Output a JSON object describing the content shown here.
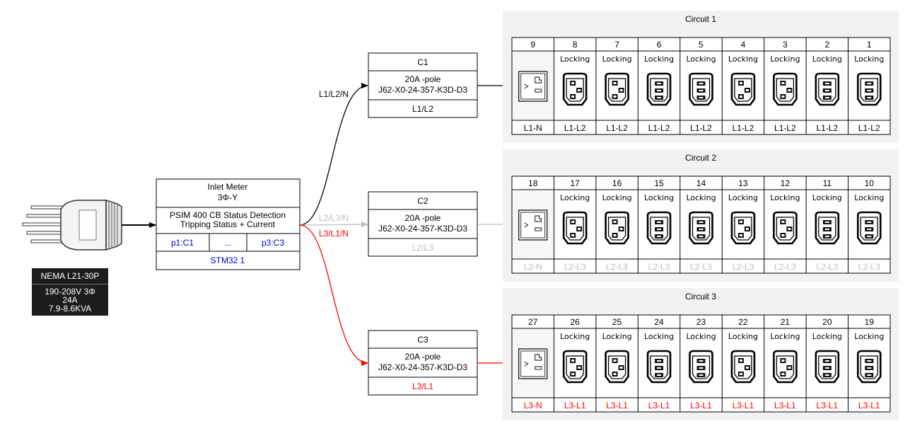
{
  "plug": {
    "name": "NEMA L21-30P",
    "specs": [
      "190-208V 3Φ",
      "24A",
      "7.9-8.6KVA"
    ]
  },
  "meter": {
    "title": "Inlet Meter",
    "phase": "3Φ-Y",
    "desc1": "PSIM 400 CB Status Detection",
    "desc2": "Tripping Status + Current",
    "ports": [
      "p1:C1",
      "...",
      "p3:C3"
    ],
    "controller": "STM32 1"
  },
  "colors": {
    "c1": "#000000",
    "c2": "#bdbdbd",
    "c3": "#ff0000",
    "link": "#0000cc",
    "panel": "#f2f2f2"
  },
  "breakers": [
    {
      "name": "C1",
      "rating": "20A -pole",
      "part": "J62-X0-24-357-K3D-D3",
      "lines": "L1/L2",
      "edge_label": "L1/L2/N",
      "color": "#000000"
    },
    {
      "name": "C2",
      "rating": "20A -pole",
      "part": "J62-X0-24-357-K3D-D3",
      "lines": "L2/L3",
      "edge_label": "L2/L3/N",
      "color": "#bdbdbd"
    },
    {
      "name": "C3",
      "rating": "20A -pole",
      "part": "J62-X0-24-357-K3D-D3",
      "lines": "L3/L1",
      "edge_label": "L3/L1/N",
      "color": "#ff0000"
    }
  ],
  "circuits": [
    {
      "title": "Circuit 1",
      "color": "#000000",
      "outlets": [
        {
          "num": "9",
          "type": "c14",
          "lock": "",
          "phase": "L1-N"
        },
        {
          "num": "8",
          "type": "c19",
          "lock": "Locking",
          "phase": "L1-L2"
        },
        {
          "num": "7",
          "type": "c19",
          "lock": "Locking",
          "phase": "L1-L2"
        },
        {
          "num": "6",
          "type": "c13",
          "lock": "Locking",
          "phase": "L1-L2"
        },
        {
          "num": "5",
          "type": "c13",
          "lock": "Locking",
          "phase": "L1-L2"
        },
        {
          "num": "4",
          "type": "c19",
          "lock": "Locking",
          "phase": "L1-L2"
        },
        {
          "num": "3",
          "type": "c19",
          "lock": "Locking",
          "phase": "L1-L2"
        },
        {
          "num": "2",
          "type": "c13",
          "lock": "Locking",
          "phase": "L1-L2"
        },
        {
          "num": "1",
          "type": "c13",
          "lock": "Locking",
          "phase": "L1-L2"
        }
      ]
    },
    {
      "title": "Circuit 2",
      "color": "#bdbdbd",
      "outlets": [
        {
          "num": "18",
          "type": "c14",
          "lock": "",
          "phase": "L2-N"
        },
        {
          "num": "17",
          "type": "c19",
          "lock": "Locking",
          "phase": "L2-L3"
        },
        {
          "num": "16",
          "type": "c19",
          "lock": "Locking",
          "phase": "L2-L3"
        },
        {
          "num": "15",
          "type": "c13",
          "lock": "Locking",
          "phase": "L2-L3"
        },
        {
          "num": "14",
          "type": "c13",
          "lock": "Locking",
          "phase": "L2-L3"
        },
        {
          "num": "13",
          "type": "c19",
          "lock": "Locking",
          "phase": "L2-L3"
        },
        {
          "num": "12",
          "type": "c19",
          "lock": "Locking",
          "phase": "L2-L3"
        },
        {
          "num": "11",
          "type": "c13",
          "lock": "Locking",
          "phase": "L2-L3"
        },
        {
          "num": "10",
          "type": "c13",
          "lock": "Locking",
          "phase": "L2-L3"
        }
      ]
    },
    {
      "title": "Circuit 3",
      "color": "#ff0000",
      "outlets": [
        {
          "num": "27",
          "type": "c14",
          "lock": "",
          "phase": "L3-N"
        },
        {
          "num": "26",
          "type": "c19",
          "lock": "Locking",
          "phase": "L3-L1"
        },
        {
          "num": "25",
          "type": "c19",
          "lock": "Locking",
          "phase": "L3-L1"
        },
        {
          "num": "24",
          "type": "c13",
          "lock": "Locking",
          "phase": "L3-L1"
        },
        {
          "num": "23",
          "type": "c13",
          "lock": "Locking",
          "phase": "L3-L1"
        },
        {
          "num": "22",
          "type": "c19",
          "lock": "Locking",
          "phase": "L3-L1"
        },
        {
          "num": "21",
          "type": "c19",
          "lock": "Locking",
          "phase": "L3-L1"
        },
        {
          "num": "20",
          "type": "c13",
          "lock": "Locking",
          "phase": "L3-L1"
        },
        {
          "num": "19",
          "type": "c13",
          "lock": "Locking",
          "phase": "L3-L1"
        }
      ]
    }
  ]
}
